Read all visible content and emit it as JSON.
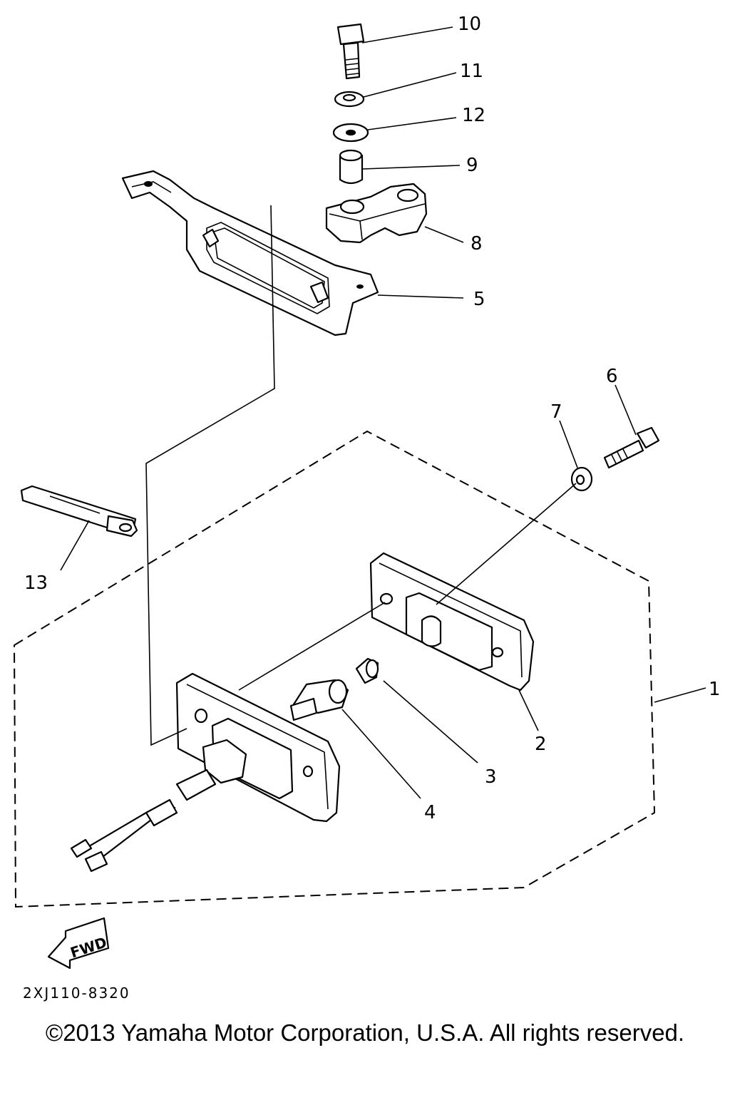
{
  "diagram": {
    "callouts": [
      "10",
      "11",
      "12",
      "9",
      "8",
      "5",
      "6",
      "7",
      "13",
      "1",
      "2",
      "3",
      "4"
    ],
    "direction_label": "FWD",
    "drawing_code": "2XJ110-8320"
  },
  "footer": {
    "copyright": "©2013 Yamaha Motor Corporation, U.S.A. All rights reserved."
  }
}
